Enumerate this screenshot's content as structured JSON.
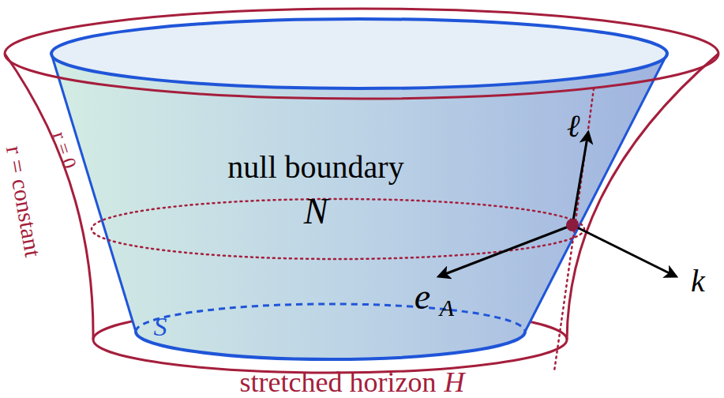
{
  "diagram": {
    "labels": [
      "r = constant",
      "r = 0",
      "null boundary",
      "N",
      "ℓ",
      "k",
      "e",
      "A",
      "S",
      "stretched horizon",
      "H"
    ]
  }
}
